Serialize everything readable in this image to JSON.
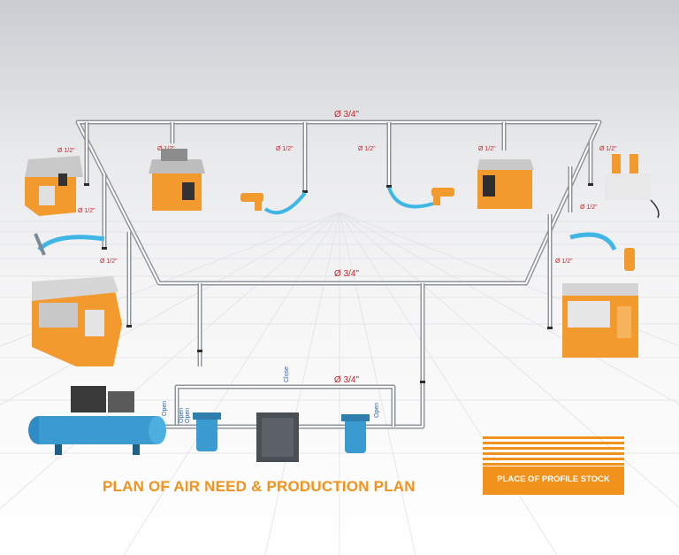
{
  "title": "PLAN OF AIR NEED & PRODUCTION PLAN",
  "stock_label": "PLACE OF PROFILE STOCK",
  "pipe_labels": {
    "main_top": "Ø 3/4\"",
    "main_middle": "Ø 3/4\"",
    "main_bottom": "Ø 3/4\"",
    "branch": "Ø 1/2\""
  },
  "valve_labels": {
    "open": "Open",
    "close": "Close"
  },
  "colors": {
    "accent": "#f0921c",
    "pipe_label": "#c0272d",
    "valve_label": "#2a62b8",
    "hose": "#3fb6e6",
    "tank": "#3a9bd1"
  }
}
